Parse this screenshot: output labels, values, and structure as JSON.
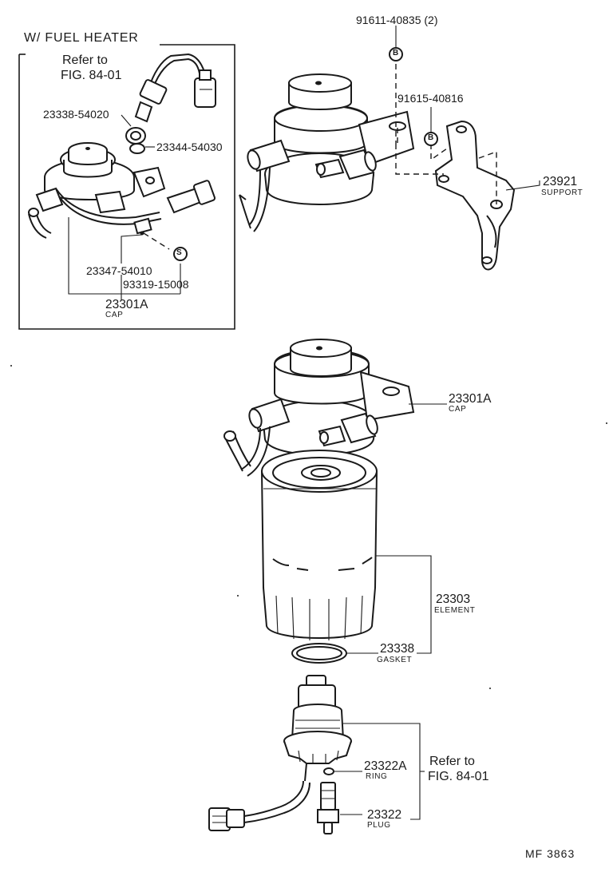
{
  "inset": {
    "title": "W/ FUEL HEATER",
    "refer_to": "Refer to",
    "refer_fig": "FIG. 84-01",
    "part_23338": "23338-54020",
    "part_23344": "23344-54030",
    "part_23347": "23347-54010",
    "part_93319": "93319-15008",
    "cap_number": "23301A",
    "cap_name": "CAP",
    "screw_symbol": "S"
  },
  "upper": {
    "bolt_number": "91611-40835 (2)",
    "nut_number": "91615-40816",
    "bolt_symbol": "B",
    "support_number": "23921",
    "support_name": "SUPPORT"
  },
  "main": {
    "cap_number": "23301A",
    "cap_name": "CAP",
    "element_number": "23303",
    "element_name": "ELEMENT",
    "gasket_number": "23338",
    "gasket_name": "GASKET",
    "ring_number": "23322A",
    "ring_name": "RING",
    "plug_number": "23322",
    "plug_name": "PLUG",
    "refer_to": "Refer to",
    "refer_fig": "FIG. 84-01"
  },
  "footer": {
    "code": "MF 3863"
  }
}
